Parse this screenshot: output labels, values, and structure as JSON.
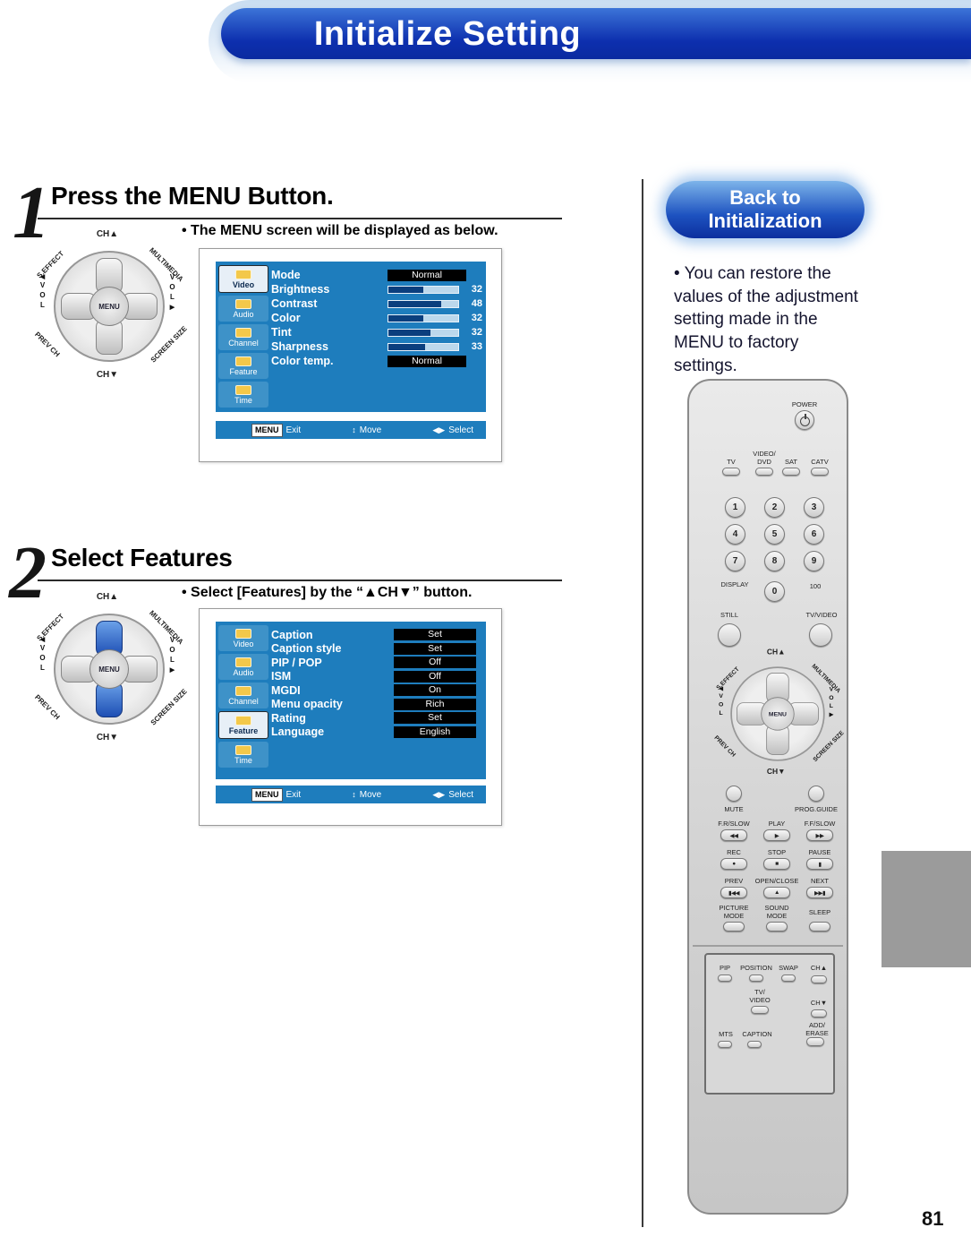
{
  "page": {
    "title": "Initialize Setting",
    "page_number": "81"
  },
  "dpad": {
    "ch_up": "CH▲",
    "ch_down": "CH▼",
    "s_effect": "S.EFFECT",
    "multimedia": "MULTIMEDIA",
    "prev_ch": "PREV CH",
    "screen_size": "SCREEN SIZE",
    "vol": "VOL",
    "vol_left_arrow": "◀",
    "vol_right_arrow": "▶",
    "menu": "MENU"
  },
  "menu_sidebar": [
    {
      "label": "Video",
      "icon": "tv-icon"
    },
    {
      "label": "Audio",
      "icon": "speaker-icon"
    },
    {
      "label": "Channel",
      "icon": "antenna-icon"
    },
    {
      "label": "Feature",
      "icon": "tools-icon"
    },
    {
      "label": "Time",
      "icon": "clock-icon"
    }
  ],
  "menu_footer": {
    "menu": "MENU",
    "exit": "Exit",
    "move": "Move",
    "select": "Select",
    "move_icon": "↕",
    "select_icon": "◀▶"
  },
  "step1": {
    "number": "1",
    "heading": "Press the MENU Button.",
    "note": "• The MENU screen will be displayed as below.",
    "menu_rows": [
      {
        "label": "Mode",
        "value": "Normal"
      },
      {
        "label": "Brightness",
        "value": "32",
        "pct": 50
      },
      {
        "label": "Contrast",
        "value": "48",
        "pct": 75
      },
      {
        "label": "Color",
        "value": "32",
        "pct": 50
      },
      {
        "label": "Tint",
        "value": "32",
        "pct": 60
      },
      {
        "label": "Sharpness",
        "value": "33",
        "pct": 52
      },
      {
        "label": "Color temp.",
        "value": "Normal"
      }
    ]
  },
  "step2": {
    "number": "2",
    "heading": "Select Features",
    "note": "• Select [Features] by the “▲CH▼” button.",
    "menu_rows": [
      {
        "label": "Caption",
        "value": "Set"
      },
      {
        "label": "Caption style",
        "value": "Set"
      },
      {
        "label": "PIP / POP",
        "value": "Off"
      },
      {
        "label": "ISM",
        "value": "Off"
      },
      {
        "label": "MGDI",
        "value": "On"
      },
      {
        "label": "Menu opacity",
        "value": "Rich"
      },
      {
        "label": "Rating",
        "value": "Set"
      },
      {
        "label": "Language",
        "value": "English"
      }
    ]
  },
  "back_to": {
    "title": "Back to\nInitialization",
    "note": "• You can restore the values of the adjustment setting made in the MENU to factory settings."
  },
  "remote": {
    "power": "POWER",
    "sources": [
      {
        "label": "TV"
      },
      {
        "label": "VIDEO/\nDVD"
      },
      {
        "label": "SAT"
      },
      {
        "label": "CATV"
      }
    ],
    "digits": [
      "1",
      "2",
      "3",
      "4",
      "5",
      "6",
      "7",
      "8",
      "9"
    ],
    "zero": "0",
    "display": "DISPLAY",
    "hundred": "100",
    "still": "STILL",
    "tv_video": "TV/VIDEO",
    "mute": "MUTE",
    "prog_guide": "PROG.GUIDE",
    "transport1": [
      {
        "label": "F.R/SLOW",
        "icon": "◀◀"
      },
      {
        "label": "PLAY",
        "icon": "▶"
      },
      {
        "label": "F.F/SLOW",
        "icon": "▶▶"
      }
    ],
    "transport2": [
      {
        "label": "REC",
        "icon": "●"
      },
      {
        "label": "STOP",
        "icon": "■"
      },
      {
        "label": "PAUSE",
        "icon": "▮"
      }
    ],
    "transport3": [
      {
        "label": "PREV",
        "icon": "▮◀◀"
      },
      {
        "label": "OPEN/CLOSE",
        "icon": "▲"
      },
      {
        "label": "NEXT",
        "icon": "▶▶▮"
      }
    ],
    "modes": [
      {
        "label": "PICTURE\nMODE"
      },
      {
        "label": "SOUND\nMODE"
      },
      {
        "label": "SLEEP"
      }
    ],
    "panel": {
      "pip": "PIP",
      "position": "POSITION",
      "swap": "SWAP",
      "ch_up": "CH▲",
      "tv_video": "TV/\nVIDEO",
      "ch_down": "CH▼",
      "mts": "MTS",
      "caption": "CAPTION",
      "add_erase": "ADD/\nERASE"
    }
  }
}
